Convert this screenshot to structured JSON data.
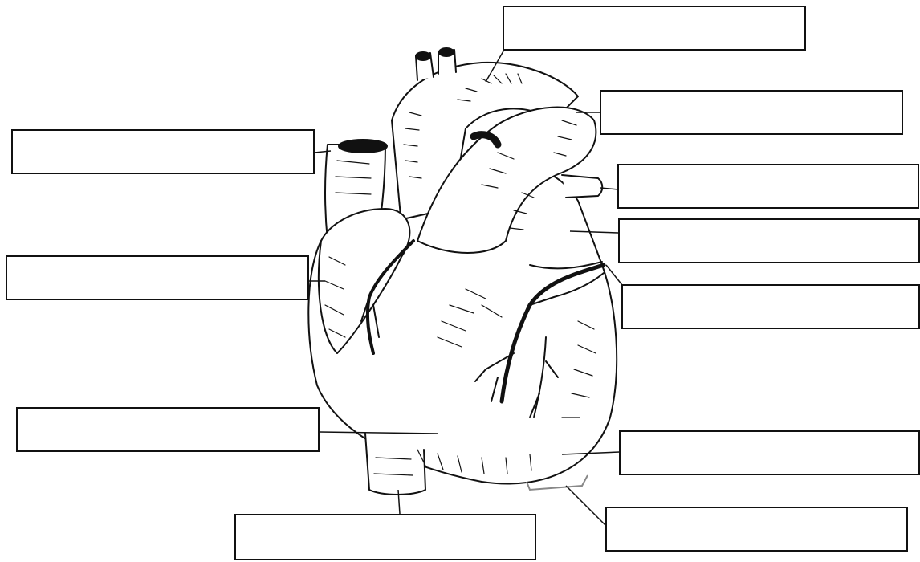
{
  "diagram": {
    "stroke_color": "#111111",
    "fill_color": "#ffffff",
    "labels": [
      {
        "id": "label-top-right-1",
        "text": ""
      },
      {
        "id": "label-top-right-2",
        "text": ""
      },
      {
        "id": "label-right-3",
        "text": ""
      },
      {
        "id": "label-right-4",
        "text": ""
      },
      {
        "id": "label-right-5",
        "text": ""
      },
      {
        "id": "label-right-6",
        "text": ""
      },
      {
        "id": "label-bottom-right-7",
        "text": ""
      },
      {
        "id": "label-bottom-8",
        "text": ""
      },
      {
        "id": "label-left-1",
        "text": ""
      },
      {
        "id": "label-left-2",
        "text": ""
      },
      {
        "id": "label-left-3",
        "text": ""
      }
    ]
  }
}
